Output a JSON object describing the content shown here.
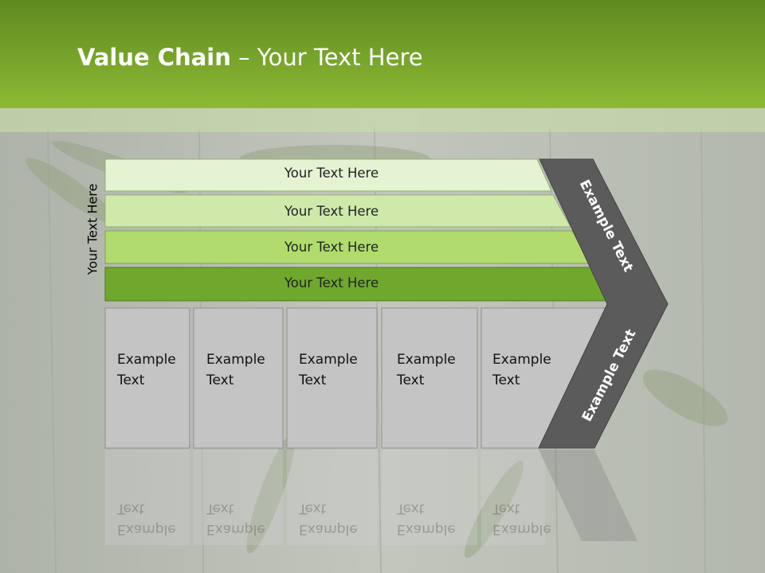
{
  "slide": {
    "title_bold": "Value Chain",
    "title_rest": " – Your Text Here",
    "side_label": "Your Text Here"
  },
  "bands": [
    {
      "label": "Your Text Here",
      "color": "#e5f3d3"
    },
    {
      "label": "Your Text Here",
      "color": "#cfe9ab"
    },
    {
      "label": "Your Text Here",
      "color": "#b1dc6d"
    },
    {
      "label": "Your Text Here",
      "color": "#6fa82d"
    }
  ],
  "boxes": [
    {
      "label": "Example\nText"
    },
    {
      "label": "Example\nText"
    },
    {
      "label": "Example\nText"
    },
    {
      "label": "Example\nText"
    },
    {
      "label": "Example\nText"
    }
  ],
  "chevron": {
    "upper_label": "Example Text",
    "lower_label": "Example Text",
    "color": "#5b5b5b"
  },
  "colors": {
    "header_dark": "#5e8a1f",
    "header_light": "#8cba35",
    "box_fill": "#c4c4c4",
    "box_stroke": "#8f8f8f"
  }
}
